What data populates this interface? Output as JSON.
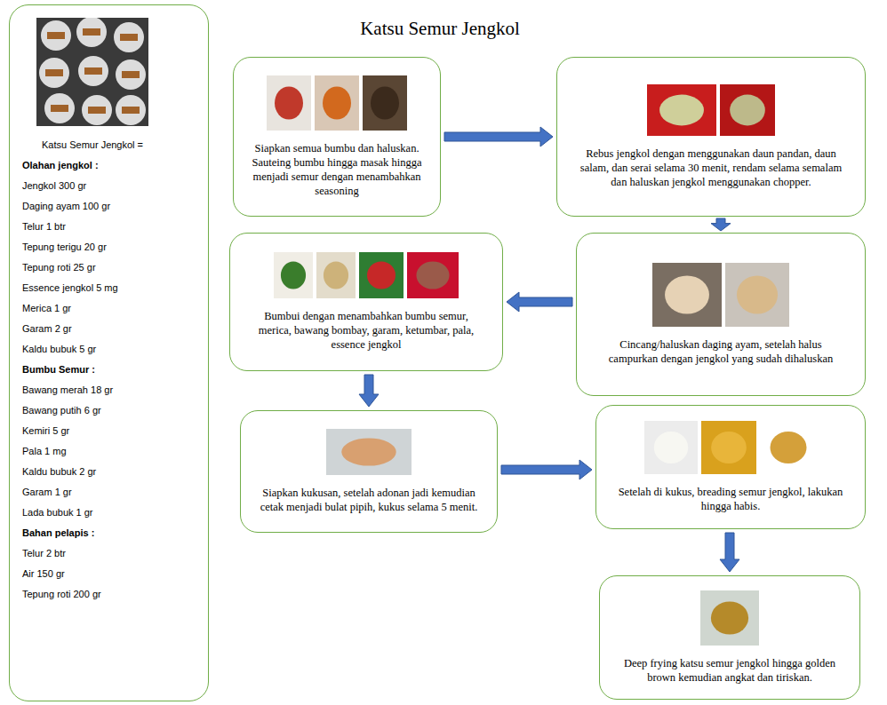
{
  "diagram": {
    "title": "Katsu Semur Jengkol",
    "nodes": [
      {
        "text": [
          "Katsu Semur Jengkol =",
          "Olahan jengkol :",
          "Jengkol 300 gr",
          "Daging ayam 100 gr",
          "Telur 1 btr",
          "Tepung terigu 20 gr",
          "Tepung roti 25 gr",
          "Essence jengkol 5 mg",
          "Merica 1 gr",
          "Garam 2 gr",
          "Kaldu bubuk 5 gr",
          "Bumbu Semur :",
          "Bawang merah 18 gr",
          "Bawang putih 6 gr",
          "Kemiri 5 gr",
          "Pala 1 mg",
          "Kaldu bubuk 2 gr",
          "Garam 1 gr",
          "Lada bubuk 1 gr",
          "Bahan pelapis :",
          "Telur 2 btr",
          "Air 150 gr",
          "Tepung roti 200 gr"
        ]
      },
      {
        "text": [
          "Siapkan semua bumbu dan haluskan. Sauteing bumbu hingga masak hingga menjadi semur dengan menambahkan seasoning"
        ]
      },
      {
        "text": [
          "Rebus jengkol dengan menggunakan daun pandan, daun salam, dan serai selama 30 menit, rendam selama semalam dan haluskan jengkol menggunakan chopper."
        ]
      },
      {
        "text": [
          "Cincang/haluskan daging ayam, setelah halus campurkan dengan jengkol yang sudah dihaluskan"
        ]
      },
      {
        "text": [
          "Bumbui dengan menambahkan bumbu semur, merica, bawang bombay, garam, ketumbar, pala, essence jengkol"
        ]
      },
      {
        "text": [
          "Siapkan kukusan, setelah adonan jadi kemudian cetak menjadi bulat pipih, kukus selama 5 menit."
        ]
      },
      {
        "text": [
          "Setelah di kukus, breading semur jengkol, lakukan hingga habis."
        ]
      },
      {
        "text": [
          "Deep frying katsu semur jengkol hingga golden brown kemudian angkat dan tiriskan."
        ]
      }
    ],
    "edges": [
      {
        "from": 1,
        "to": 2,
        "arrow": "to"
      },
      {
        "from": 2,
        "to": 3,
        "arrow": "to"
      },
      {
        "from": 3,
        "to": 4,
        "arrow": "to"
      },
      {
        "from": 4,
        "to": 5,
        "arrow": "to"
      },
      {
        "from": 5,
        "to": 6,
        "arrow": "to"
      },
      {
        "from": 6,
        "to": 7,
        "arrow": "to"
      }
    ]
  }
}
